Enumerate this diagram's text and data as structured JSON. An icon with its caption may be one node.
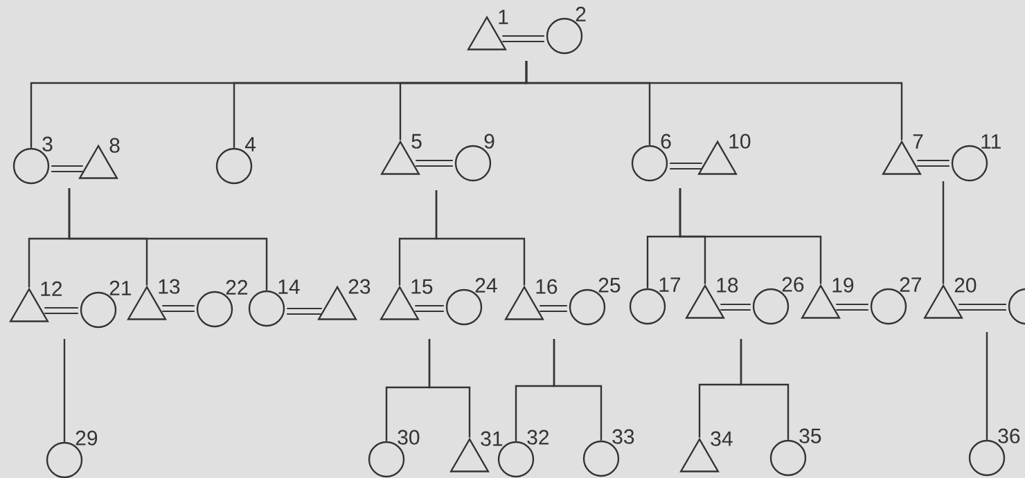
{
  "diagram": {
    "nodes": [
      {
        "text": [],
        "shape": "triangle",
        "beside": [
          "1"
        ]
      },
      {
        "text": [],
        "shape": "circle",
        "beside": [
          "2"
        ]
      },
      {
        "text": [],
        "shape": "circle",
        "beside": [
          "3"
        ]
      },
      {
        "text": [],
        "shape": "triangle",
        "beside": [
          "8"
        ]
      },
      {
        "text": [],
        "shape": "circle",
        "beside": [
          "4"
        ]
      },
      {
        "text": [],
        "shape": "triangle",
        "beside": [
          "5"
        ]
      },
      {
        "text": [],
        "shape": "circle",
        "beside": [
          "9"
        ]
      },
      {
        "text": [],
        "shape": "circle",
        "beside": [
          "6"
        ]
      },
      {
        "text": [],
        "shape": "triangle",
        "beside": [
          "10"
        ]
      },
      {
        "text": [],
        "shape": "triangle",
        "beside": [
          "7"
        ]
      },
      {
        "text": [],
        "shape": "circle",
        "beside": [
          "11"
        ]
      },
      {
        "text": [],
        "shape": "triangle",
        "beside": [
          "12"
        ]
      },
      {
        "text": [],
        "shape": "circle",
        "beside": [
          "21"
        ]
      },
      {
        "text": [],
        "shape": "triangle",
        "beside": [
          "13"
        ]
      },
      {
        "text": [],
        "shape": "circle",
        "beside": [
          "22"
        ]
      },
      {
        "text": [],
        "shape": "circle",
        "beside": [
          "14"
        ]
      },
      {
        "text": [],
        "shape": "triangle",
        "beside": [
          "23"
        ]
      },
      {
        "text": [],
        "shape": "triangle",
        "beside": [
          "15"
        ]
      },
      {
        "text": [],
        "shape": "circle",
        "beside": [
          "24"
        ]
      },
      {
        "text": [],
        "shape": "triangle",
        "beside": [
          "16"
        ]
      },
      {
        "text": [],
        "shape": "circle",
        "beside": [
          "25"
        ]
      },
      {
        "text": [],
        "shape": "circle",
        "beside": [
          "17"
        ]
      },
      {
        "text": [],
        "shape": "triangle",
        "beside": [
          "18"
        ]
      },
      {
        "text": [],
        "shape": "circle",
        "beside": [
          "26"
        ]
      },
      {
        "text": [],
        "shape": "triangle",
        "beside": [
          "19"
        ]
      },
      {
        "text": [],
        "shape": "circle",
        "beside": [
          "27"
        ]
      },
      {
        "text": [],
        "shape": "triangle",
        "beside": [
          "20"
        ]
      },
      {
        "text": [],
        "shape": "circle"
      },
      {
        "text": [],
        "shape": "circle",
        "beside": [
          "29"
        ]
      },
      {
        "text": [],
        "shape": "circle",
        "beside": [
          "30"
        ]
      },
      {
        "text": [],
        "shape": "triangle",
        "beside": [
          "31"
        ]
      },
      {
        "text": [],
        "shape": "circle",
        "beside": [
          "32"
        ]
      },
      {
        "text": [],
        "shape": "circle",
        "beside": [
          "33"
        ]
      },
      {
        "text": [],
        "shape": "triangle",
        "beside": [
          "34"
        ]
      },
      {
        "text": [],
        "shape": "circle",
        "beside": [
          "35"
        ]
      },
      {
        "text": [],
        "shape": "circle",
        "beside": [
          "36"
        ]
      }
    ],
    "edges": [
      {
        "from": 0,
        "to": 1,
        "arrow": "none"
      },
      {
        "from": 2,
        "to": 3,
        "arrow": "none"
      },
      {
        "from": 5,
        "to": 6,
        "arrow": "none"
      },
      {
        "from": 7,
        "to": 8,
        "arrow": "none"
      },
      {
        "from": 9,
        "to": 10,
        "arrow": "none"
      },
      {
        "from": 11,
        "to": 12,
        "arrow": "none"
      },
      {
        "from": 13,
        "to": 14,
        "arrow": "none"
      },
      {
        "from": 15,
        "to": 16,
        "arrow": "none"
      },
      {
        "from": 17,
        "to": 18,
        "arrow": "none"
      },
      {
        "from": 19,
        "to": 20,
        "arrow": "none"
      },
      {
        "from": 22,
        "to": 23,
        "arrow": "none"
      },
      {
        "from": 24,
        "to": 25,
        "arrow": "none"
      },
      {
        "from": 26,
        "to": 27,
        "arrow": "none"
      },
      {
        "from": 0,
        "to": 2,
        "arrow": "none"
      },
      {
        "from": 0,
        "to": 4,
        "arrow": "none"
      },
      {
        "from": 0,
        "to": 5,
        "arrow": "none"
      },
      {
        "from": 0,
        "to": 7,
        "arrow": "none"
      },
      {
        "from": 0,
        "to": 9,
        "arrow": "none"
      },
      {
        "from": 3,
        "to": 11,
        "arrow": "none"
      },
      {
        "from": 3,
        "to": 13,
        "arrow": "none"
      },
      {
        "from": 3,
        "to": 15,
        "arrow": "none"
      },
      {
        "from": 5,
        "to": 17,
        "arrow": "none"
      },
      {
        "from": 5,
        "to": 19,
        "arrow": "none"
      },
      {
        "from": 7,
        "to": 21,
        "arrow": "none"
      },
      {
        "from": 7,
        "to": 22,
        "arrow": "none"
      },
      {
        "from": 7,
        "to": 24,
        "arrow": "none"
      },
      {
        "from": 10,
        "to": 26,
        "arrow": "none"
      },
      {
        "from": 11,
        "to": 28,
        "arrow": "none"
      },
      {
        "from": 17,
        "to": 29,
        "arrow": "none"
      },
      {
        "from": 17,
        "to": 30,
        "arrow": "none"
      },
      {
        "from": 19,
        "to": 31,
        "arrow": "none"
      },
      {
        "from": 19,
        "to": 32,
        "arrow": "none"
      },
      {
        "from": 22,
        "to": 33,
        "arrow": "none"
      },
      {
        "from": 22,
        "to": 34,
        "arrow": "none"
      },
      {
        "from": 26,
        "to": 35,
        "arrow": "none"
      }
    ]
  }
}
